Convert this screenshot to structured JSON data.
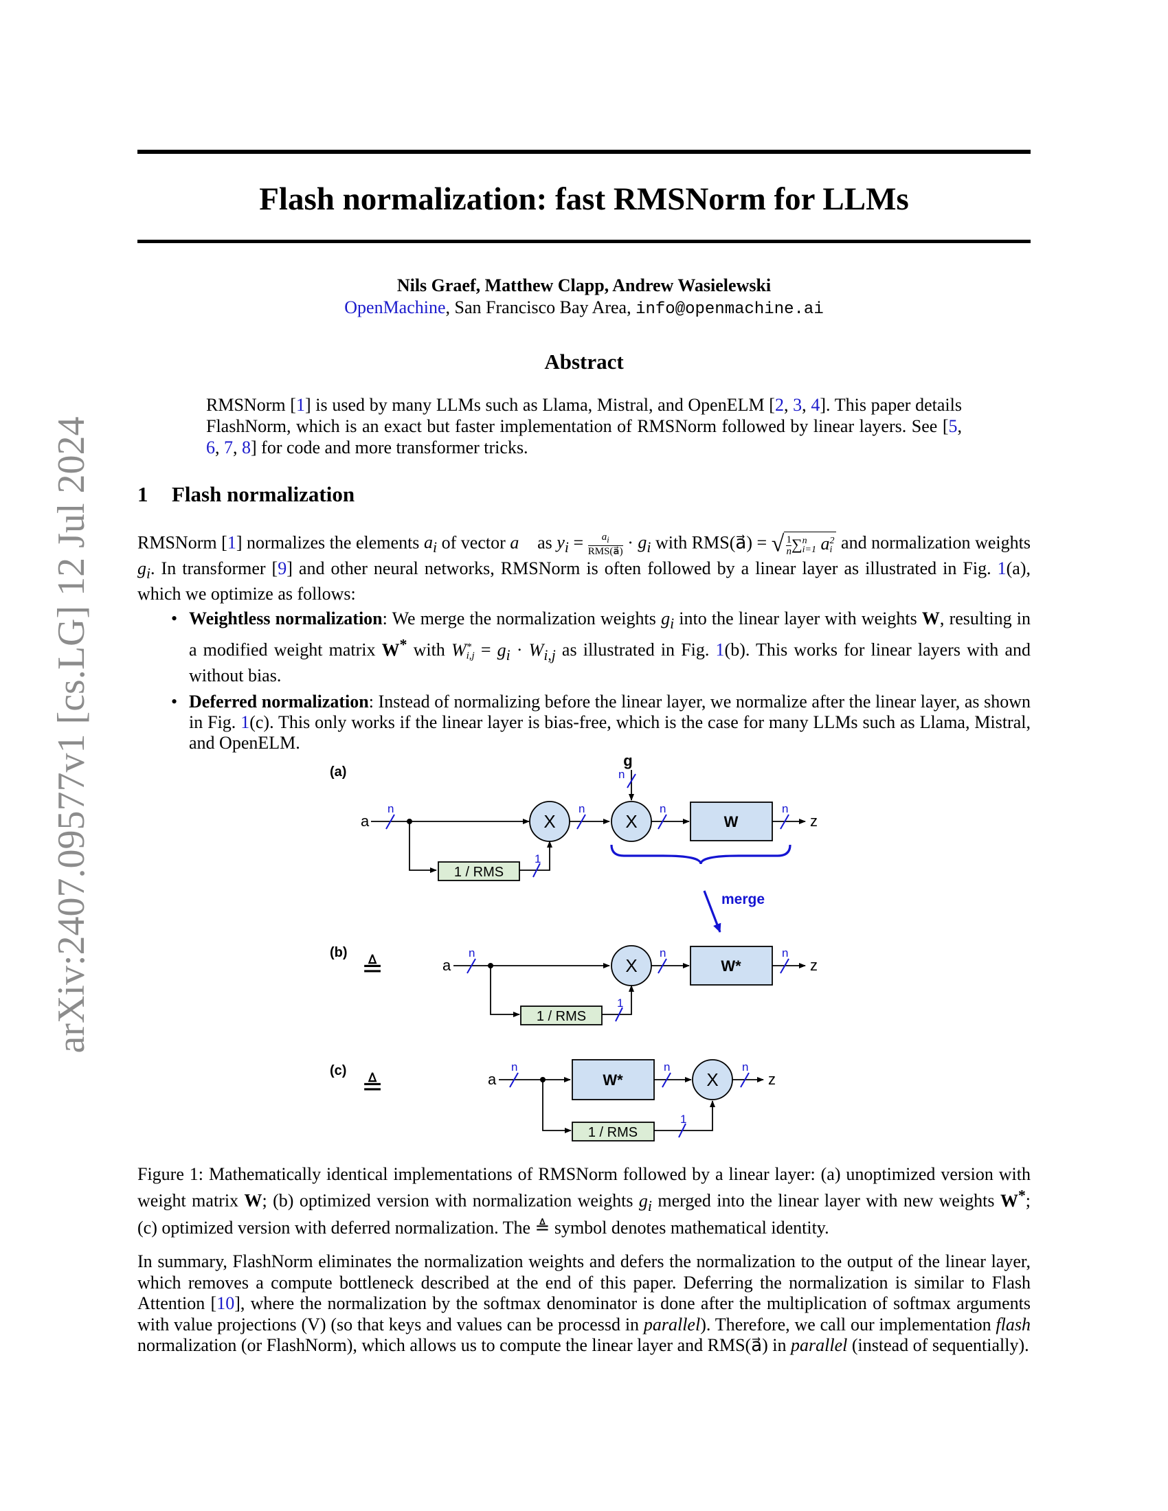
{
  "arxiv_stamp": "arXiv:2407.09577v1  [cs.LG]  12 Jul 2024",
  "title": "Flash normalization: fast RMSNorm for LLMs",
  "authors": "Nils Graef, Matthew Clapp, Andrew Wasielewski",
  "affiliation": {
    "org": "OpenMachine",
    "location": ", San Francisco Bay Area, ",
    "email": "info@openmachine.ai"
  },
  "abstract": {
    "heading": "Abstract",
    "t1": "RMSNorm [",
    "r1": "1",
    "t2": "] is used by many LLMs such as Llama, Mistral, and OpenELM [",
    "r2": "2",
    "r3": "3",
    "r4": "4",
    "t3": "]. This paper details FlashNorm, which is an exact but faster implementation of RMSNorm followed by linear layers. See [",
    "r5": "5",
    "r6": "6",
    "r7": "7",
    "r8": "8",
    "t4": "] for code and more transformer tricks."
  },
  "section": {
    "number": "1",
    "title": "Flash normalization"
  },
  "para1": {
    "t1": "RMSNorm [",
    "r1": "1",
    "t2": "] normalizes the elements ",
    "m1": "a",
    "m1sub": "i",
    "t3": " of vector ",
    "m2": "a⃗",
    "t4": " as ",
    "m3": "y",
    "m3sub": "i",
    "t5": " = ",
    "frac_num": "a",
    "frac_num_sub": "i",
    "frac_den": "RMS(a⃗)",
    "t6": " · ",
    "m4": "g",
    "m4sub": "i",
    "t7": " with RMS(a⃗) = ",
    "sqrt_frac_num": "1",
    "sqrt_frac_den": "n",
    "sqrt_sum": "∑",
    "sqrt_sum_sup": "n",
    "sqrt_sum_sub": "i=1",
    "sqrt_a": "a",
    "sqrt_a_sup": "2",
    "sqrt_a_sub": "i",
    "t8": " and normalization weights ",
    "m5": "g",
    "m5sub": "i",
    "t9": ". In transformer [",
    "r9": "9",
    "t10": "] and other neural networks, RMSNorm is often followed by a linear layer as illustrated in Fig. ",
    "f1": "1",
    "t11": "(a), which we optimize as follows:"
  },
  "bullets": [
    {
      "bold": "Weightless normalization",
      "t1": ": We merge the normalization weights ",
      "m1": "g",
      "m1sub": "i",
      "t2": " into the linear layer with weights ",
      "mW": "W",
      "t3": ", resulting in a modified weight matrix ",
      "mWs": "W",
      "mWs_sup": "*",
      "t4": " with ",
      "m2": "W",
      "m2_sup": "*",
      "m2_sub": "i,j",
      "t5": " = ",
      "m3": "g",
      "m3sub": "i",
      "t6": " · ",
      "m4": "W",
      "m4sub": "i,j",
      "t7": " as illustrated in Fig. ",
      "f1": "1",
      "t8": "(b). This works for linear layers with and without bias."
    },
    {
      "bold": "Deferred normalization",
      "t1": ": Instead of normalizing before the linear layer, we normalize after the linear layer, as shown in Fig. ",
      "f1": "1",
      "t2": "(c). This only works if the linear layer is bias-free, which is the case for many LLMs such as Llama, Mistral, and OpenELM."
    }
  ],
  "figure": {
    "label_a": "(a)",
    "label_b": "(b)",
    "label_c": "(c)",
    "identity": "≜",
    "input": "a",
    "output": "z",
    "gain": "g",
    "dim_n": "n",
    "dim_1": "1",
    "multiply": "X",
    "rms_box": "1 / RMS",
    "w_box": "W",
    "ws_box": "W*",
    "merge": "merge",
    "colors": {
      "blue_box": "#cfe0f3",
      "green_box": "#dcedd6",
      "accent": "#1414d2"
    }
  },
  "caption": {
    "t1": "Figure 1: Mathematically identical implementations of RMSNorm followed by a linear layer: (a) unoptimized version with weight matrix ",
    "mW": "W",
    "t2": "; (b) optimized version with normalization weights ",
    "m1": "g",
    "m1sub": "i",
    "t3": " merged into the linear layer with new weights ",
    "mWs": "W",
    "mWs_sup": "*",
    "t4": "; (c) optimized version with deferred normalization. The ",
    "sym": "≜",
    "t5": " symbol denotes mathematical identity."
  },
  "para2": {
    "t1": "In summary, FlashNorm eliminates the normalization weights and defers the normalization to the output of the linear layer, which removes a compute bottleneck described at the end of this paper. Deferring the normalization is similar to Flash Attention [",
    "r10": "10",
    "t2": "], where the normalization by the softmax denominator is done after the multiplication of softmax arguments with value projections (V) (so that keys and values can be processd in ",
    "i1": "parallel",
    "t3": "). Therefore, we call our implementation ",
    "i2": "flash",
    "t4": " normalization (or FlashNorm), which allows us to compute the linear layer and RMS(a⃗) in ",
    "i3": "parallel",
    "t5": " (instead of sequentially)."
  }
}
